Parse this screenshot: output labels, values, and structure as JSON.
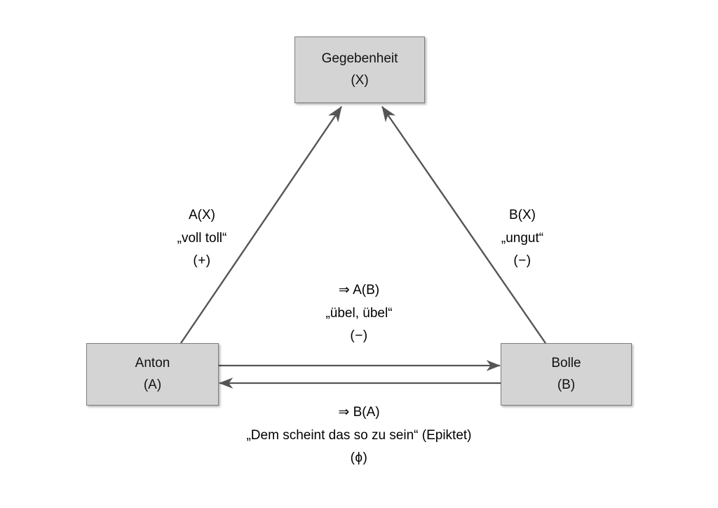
{
  "diagram": {
    "title_visible": false,
    "background_color": "#ffffff",
    "node_fill": "#d4d4d4",
    "node_border": "#7d7d7d",
    "edge_color": "#555555",
    "nodes": [
      {
        "id": "X",
        "name": "Gegebenheit",
        "key": "(X)"
      },
      {
        "id": "A",
        "name": "Anton",
        "key": "(A)"
      },
      {
        "id": "B",
        "name": "Bolle",
        "key": "(B)"
      }
    ],
    "edge_labels": {
      "a_to_x": {
        "formula": "A(X)",
        "quote": "„voll toll“",
        "sign": "(+)"
      },
      "b_to_x": {
        "formula": "B(X)",
        "quote": "„ungut“",
        "sign": "(−)"
      },
      "a_to_b": {
        "formula": "⇒ A(B)",
        "quote": "„übel, übel“",
        "sign": "(−)"
      },
      "b_to_a": {
        "formula": "⇒ B(A)",
        "quote": "„Dem scheint das so zu sein“ (Epiktet)",
        "sign": "(ϕ)"
      }
    }
  }
}
